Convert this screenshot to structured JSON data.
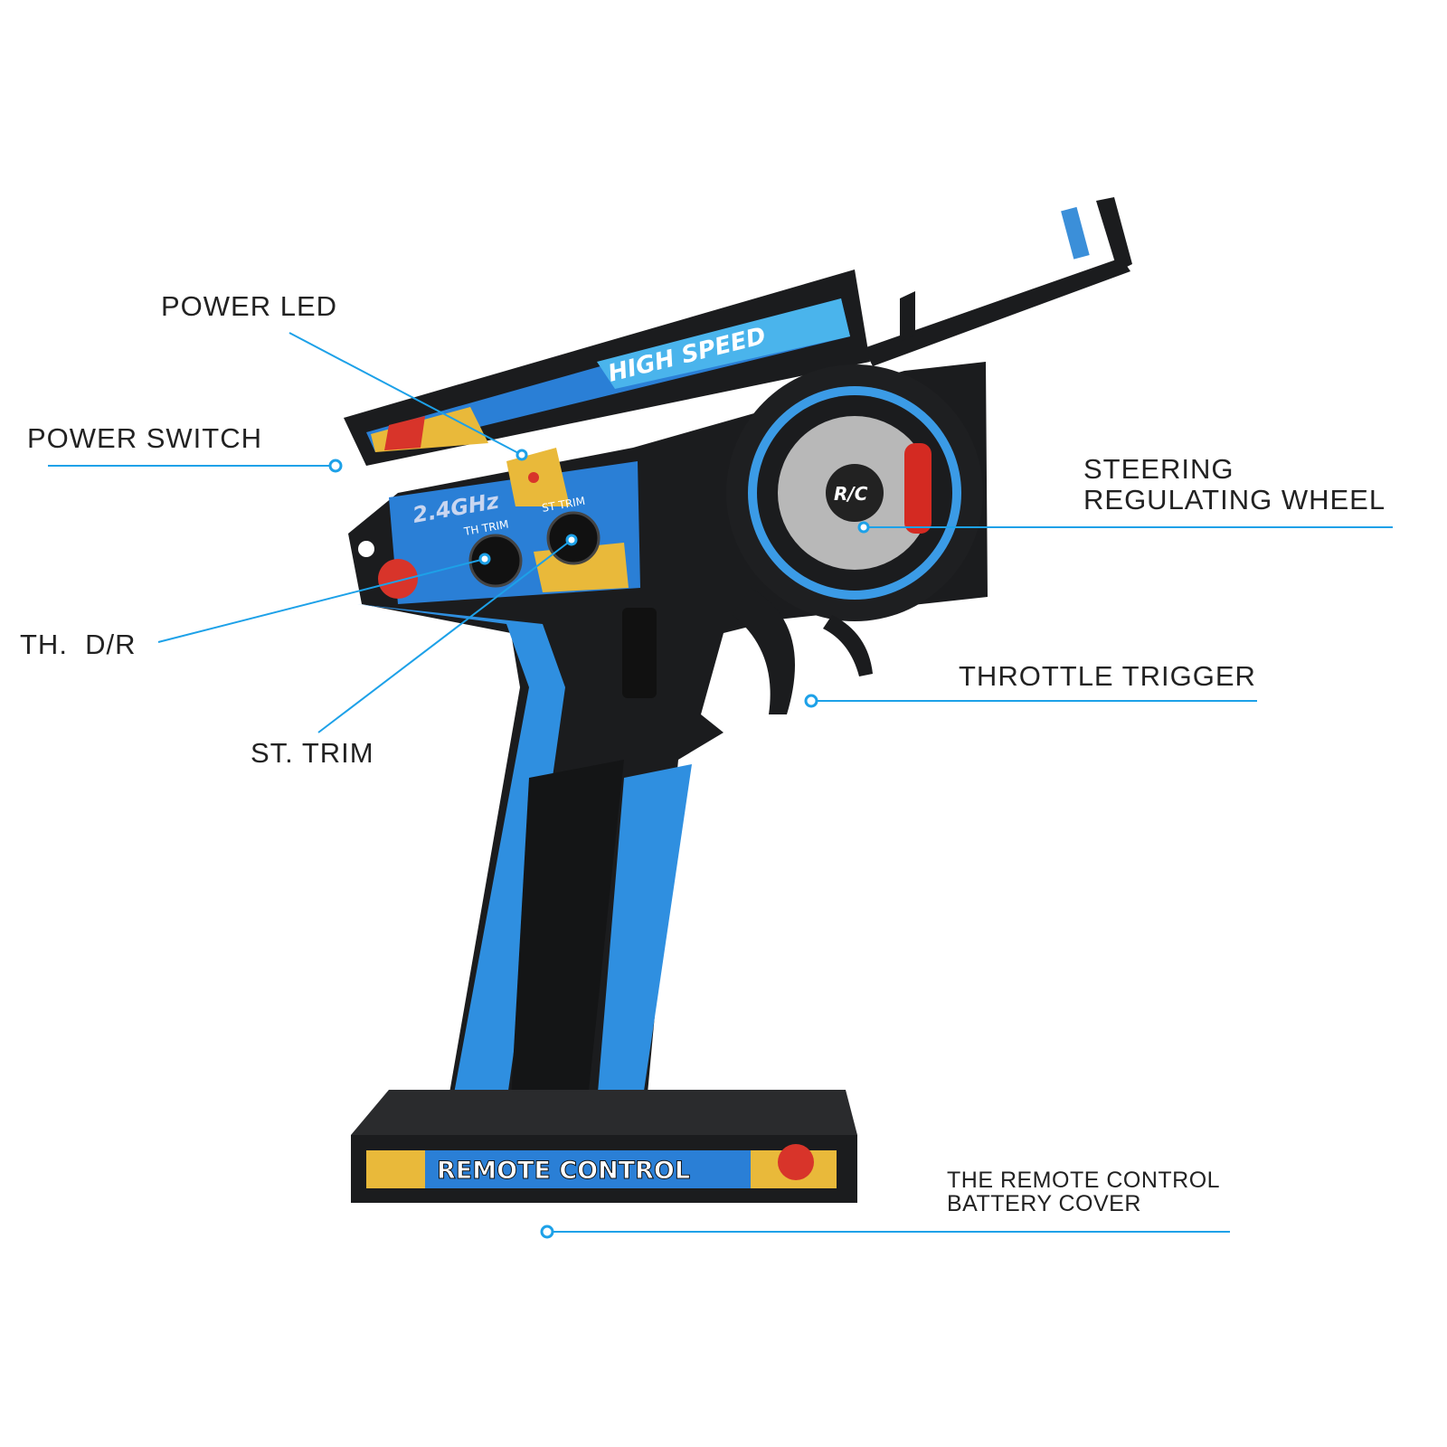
{
  "labels": {
    "power_led": "POWER LED",
    "power_switch": "POWER SWITCH",
    "th_dr": "TH.  D/R",
    "st_trim": "ST. TRIM",
    "steering_line1": "STEERING",
    "steering_line2": "REGULATING WHEEL",
    "throttle_trigger": "THROTTLE TRIGGER",
    "battery_line1": "THE REMOTE CONTROL",
    "battery_line2": "BATTERY COVER"
  },
  "product_print": {
    "top_decal": "HIGH SPEED",
    "frequency": "2.4GHz",
    "th_trim": "TH TRIM",
    "st_trim": "ST TRIM",
    "wheel_logo": "R/C",
    "base_decal": "REMOTE CONTROL"
  },
  "colors": {
    "leader_line": "#1da1e8",
    "body": "#1b1c1e",
    "grip_blue": "#2f8fe0",
    "text": "#222222"
  }
}
